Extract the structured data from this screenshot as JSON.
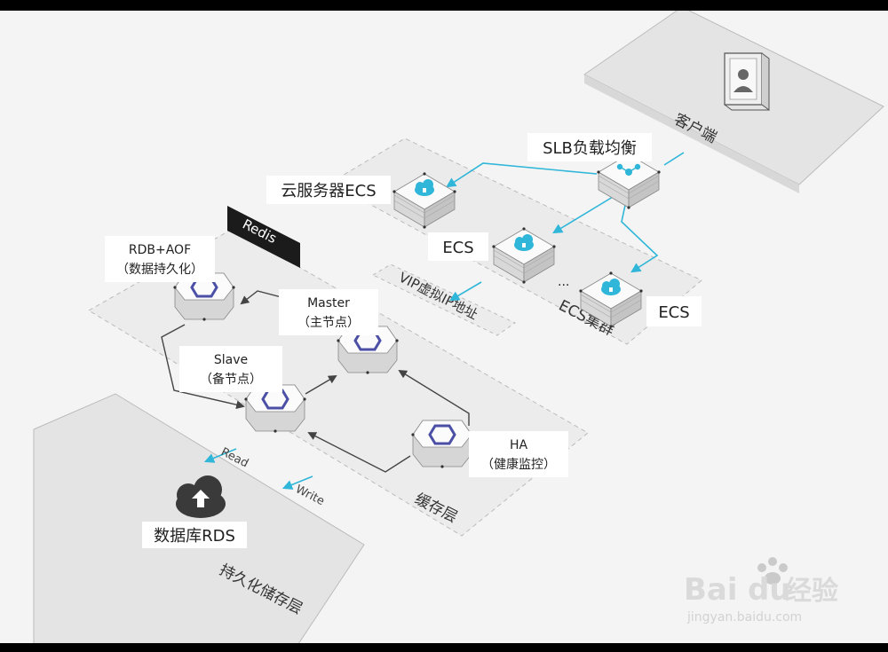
{
  "zones": {
    "client": "客户端",
    "ecs_cluster": "ECS集群",
    "vip": "VIP虚拟IP地址",
    "cache": "缓存层",
    "persist": "持久化储存层"
  },
  "nodes": {
    "slb": "SLB负载均衡",
    "cloud_ecs": "云服务器ECS",
    "ecs2": "ECS",
    "ecs_ellipsis": "...",
    "ecs3": "ECS",
    "rdb_line1": "RDB+AOF",
    "rdb_line2": "（数据持久化）",
    "master_line1": "Master",
    "master_line2": "（主节点）",
    "slave_line1": "Slave",
    "slave_line2": "（备节点）",
    "ha_line1": "HA",
    "ha_line2": "（健康监控）",
    "rds": "数据库RDS"
  },
  "tags": {
    "redis": "Redis"
  },
  "arrows": {
    "read": "Read",
    "write": "Write"
  },
  "watermark": {
    "brand": "Bai",
    "brand2": "du",
    "cn": "经验",
    "url": "jingyan.baidu.com"
  },
  "colors": {
    "accent": "#2fb6d8",
    "line": "#444444",
    "hex": "#4b4fa6"
  }
}
